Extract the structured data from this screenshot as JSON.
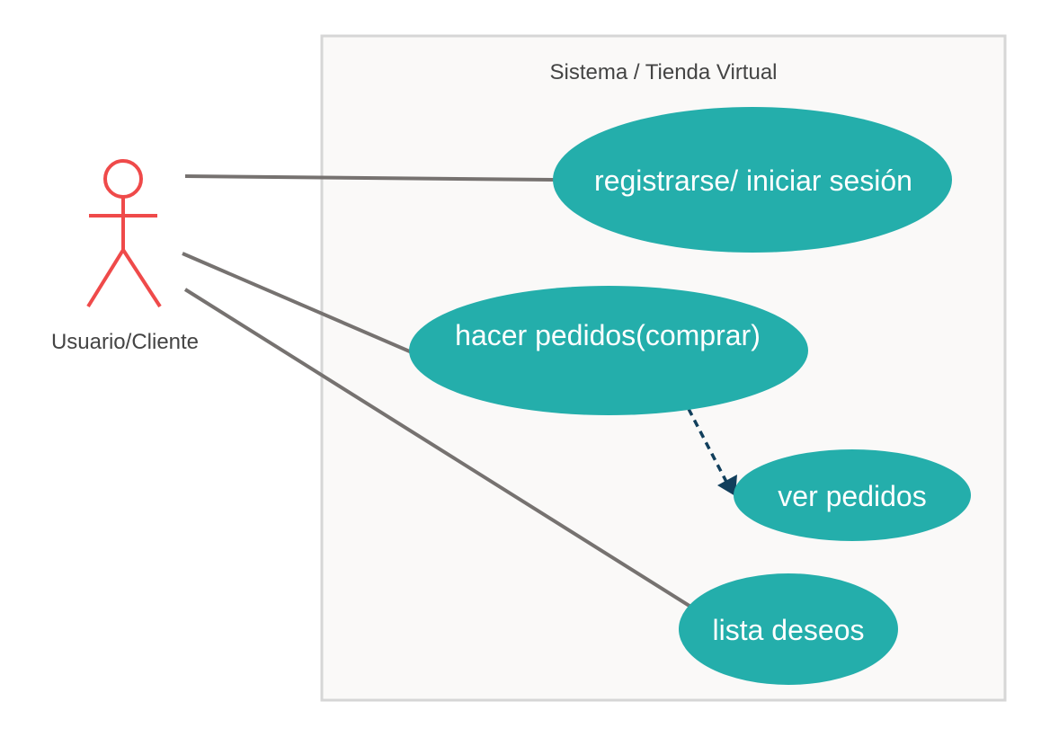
{
  "system": {
    "title": "Sistema / Tienda Virtual"
  },
  "actor": {
    "label": "Usuario/Cliente",
    "color": "#ef4a4a"
  },
  "use_cases": [
    {
      "id": "uc-register",
      "label": "registrarse/ iniciar sesión"
    },
    {
      "id": "uc-orders",
      "label": "hacer pedidos(comprar)"
    },
    {
      "id": "uc-view-orders",
      "label": "ver pedidos"
    },
    {
      "id": "uc-wishlist",
      "label": "lista deseos"
    }
  ],
  "colors": {
    "use_case_fill": "#24aeab",
    "association_line": "#767270",
    "dependency_arrow": "#113f5c",
    "system_border": "#d6d6d6",
    "system_fill": "#faf9f8"
  }
}
